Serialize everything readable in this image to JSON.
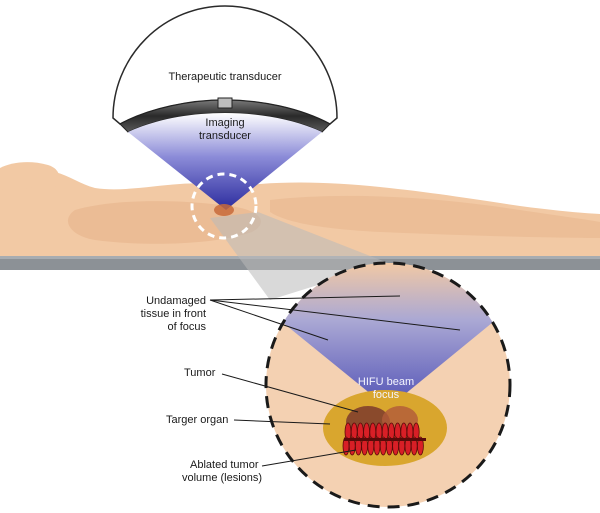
{
  "labels": {
    "therapeutic_transducer": "Therapeutic transducer",
    "imaging_transducer_line1": "Imaging",
    "imaging_transducer_line2": "transducer",
    "undamaged_line1": "Undamaged",
    "undamaged_line2": "tissue in front",
    "undamaged_line3": "of focus",
    "tumor": "Tumor",
    "target_organ": "Targer organ",
    "ablated_line1": "Ablated tumor",
    "ablated_line2": "volume (lesions)",
    "hifu_line1": "HIFU beam",
    "hifu_line2": "focus"
  },
  "colors": {
    "skin": "#f2c9a4",
    "skin_dark": "#e8b78f",
    "beam": "#3a3aa8",
    "table": "#8c9196",
    "organ": "#d9a62e",
    "tumor": "#8a4a2c",
    "lesion": "#d81f26"
  }
}
